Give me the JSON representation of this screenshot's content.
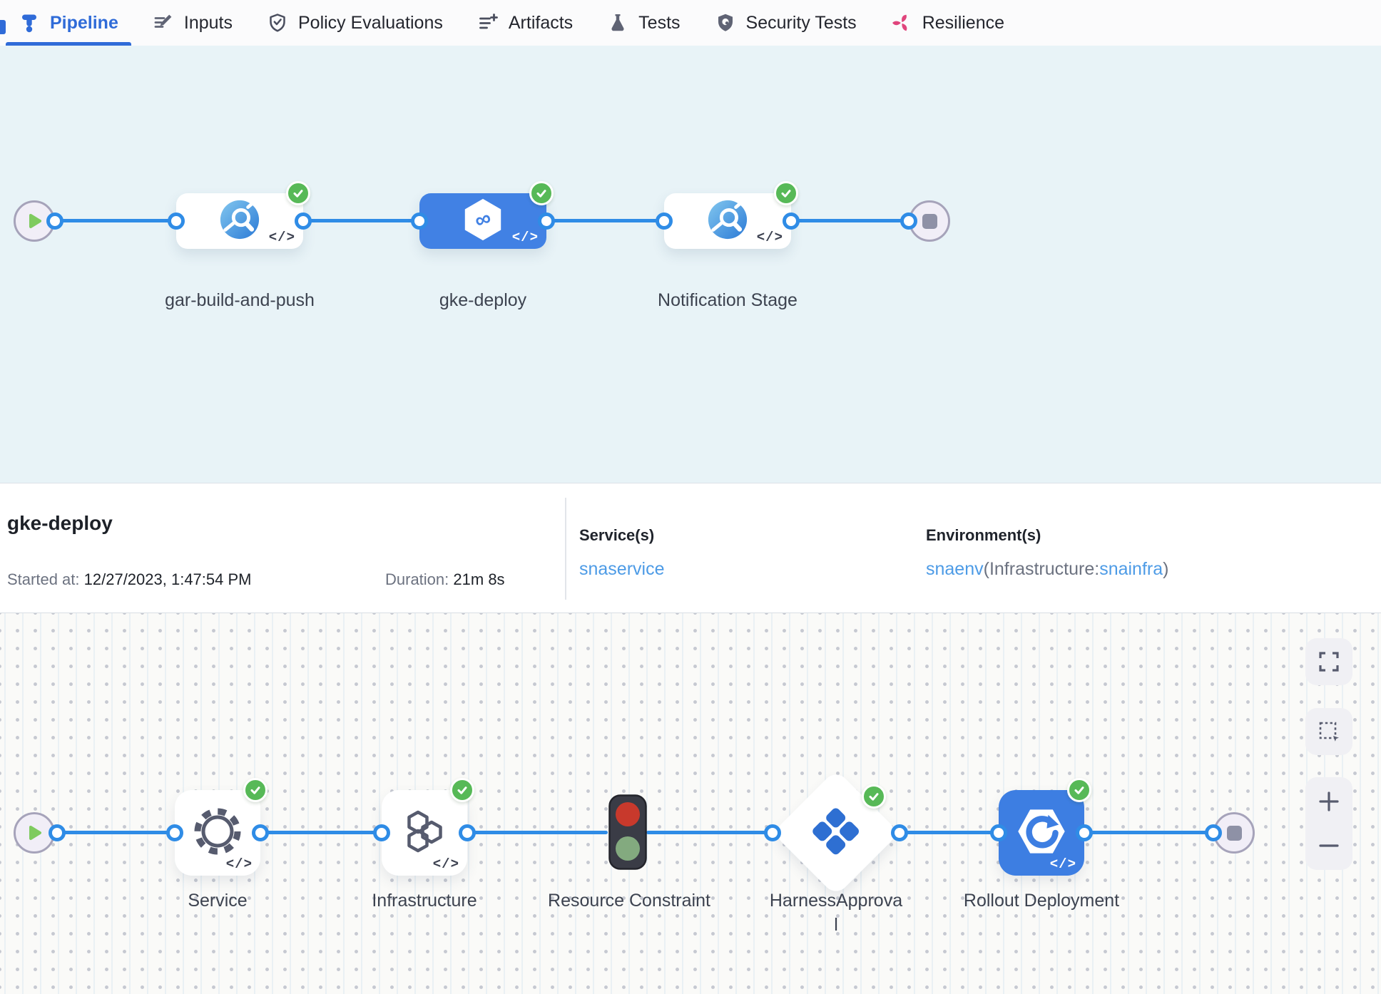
{
  "tabs": [
    {
      "label": "Pipeline",
      "icon": "pipeline-icon",
      "active": true
    },
    {
      "label": "Inputs",
      "icon": "inputs-icon",
      "active": false
    },
    {
      "label": "Policy Evaluations",
      "icon": "policy-evaluations-icon",
      "active": false
    },
    {
      "label": "Artifacts",
      "icon": "artifacts-icon",
      "active": false
    },
    {
      "label": "Tests",
      "icon": "tests-icon",
      "active": false
    },
    {
      "label": "Security Tests",
      "icon": "security-tests-icon",
      "active": false
    },
    {
      "label": "Resilience",
      "icon": "resilience-icon",
      "active": false
    }
  ],
  "code_badge": "</>",
  "stage_graph": {
    "stages": [
      {
        "name": "gar-build-and-push",
        "icon": "build-stage-icon",
        "status": "success",
        "selected": false
      },
      {
        "name": "gke-deploy",
        "icon": "deploy-stage-icon",
        "status": "success",
        "selected": true
      },
      {
        "name": "Notification Stage",
        "icon": "custom-stage-icon",
        "status": "success",
        "selected": false
      }
    ]
  },
  "summary": {
    "title": "gke-deploy",
    "started_label": "Started at:",
    "started_value": "12/27/2023, 1:47:54 PM",
    "duration_label": "Duration:",
    "duration_value": "21m 8s",
    "services_label": "Service(s)",
    "services_value": "snaservice",
    "environments_label": "Environment(s)",
    "environment_link": "snaenv",
    "environment_infra_prefix": "(Infrastructure:",
    "environment_infra_link": "snainfra",
    "environment_suffix": ")"
  },
  "execution_graph": {
    "steps": [
      {
        "name": "Service",
        "icon": "gear-icon",
        "status": "success"
      },
      {
        "name": "Infrastructure",
        "icon": "hexagons-icon",
        "status": "success"
      },
      {
        "name": "Resource Constraint",
        "icon": "traffic-light-icon",
        "status": "none"
      },
      {
        "name": "HarnessApproval",
        "icon": "approval-icon",
        "status": "success"
      },
      {
        "name": "Rollout Deployment",
        "icon": "rollout-icon",
        "status": "success"
      }
    ],
    "controls": [
      "fullscreen",
      "marquee-select",
      "zoom-in",
      "zoom-out"
    ]
  },
  "colors": {
    "accent_blue": "#2f6bd8",
    "link_blue": "#4d9be6",
    "edge_blue": "#2f8ce6",
    "selected_stage_blue": "#4181e4",
    "success_green": "#57b957",
    "resilience_pink": "#e0447c"
  }
}
